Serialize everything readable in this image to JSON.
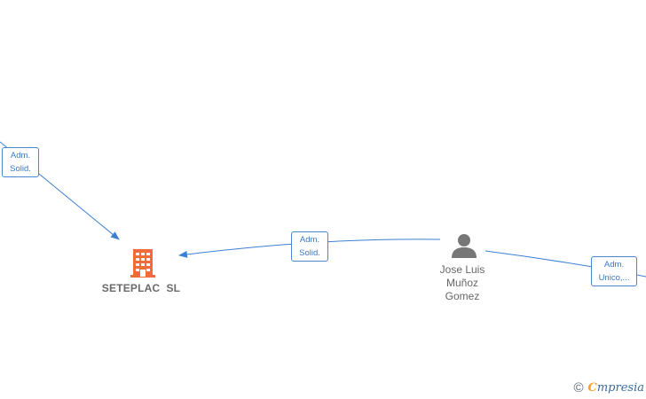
{
  "nodes": {
    "company": {
      "name": "SETEPLAC  SL",
      "icon": "building-icon",
      "color": "#f26b3a"
    },
    "person": {
      "name_lines": [
        "Jose Luis",
        "Muñoz",
        "Gomez"
      ],
      "icon": "person-icon",
      "color": "#777777"
    }
  },
  "edges": [
    {
      "id": "edge-top-left",
      "label_lines": [
        "Adm.",
        "Solid."
      ]
    },
    {
      "id": "edge-person-company",
      "label_lines": [
        "Adm.",
        "Solid."
      ]
    },
    {
      "id": "edge-person-right",
      "label_lines": [
        "Adm.",
        "Unico,..."
      ]
    }
  ],
  "colors": {
    "edge": "#3d7fd3"
  },
  "brand": {
    "copyright": "©",
    "name_initial": "C",
    "name_rest": "mpresia"
  }
}
